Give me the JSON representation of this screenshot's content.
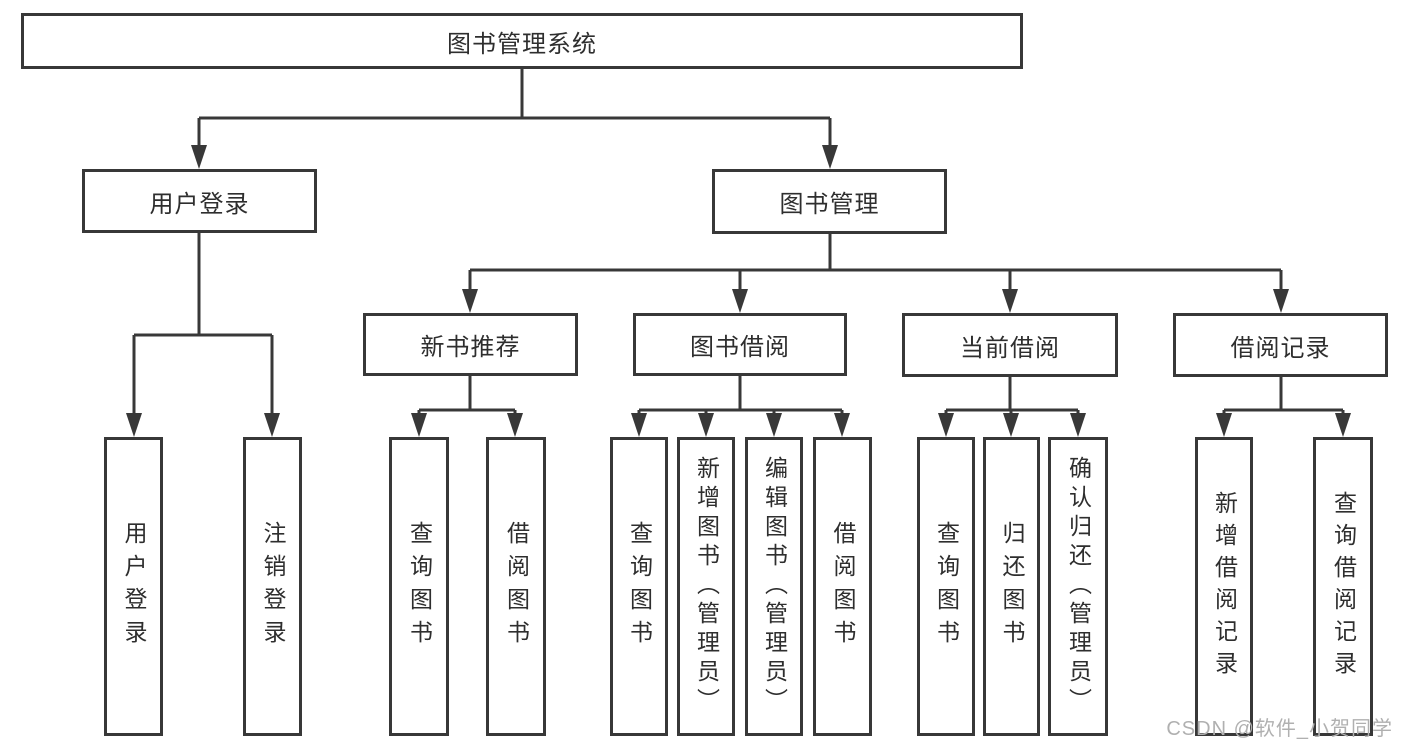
{
  "diagram": {
    "root": {
      "label": "图书管理系统",
      "children": [
        {
          "label": "用户登录",
          "children": [
            {
              "label": "用户登录"
            },
            {
              "label": "注销登录"
            }
          ]
        },
        {
          "label": "图书管理",
          "children": [
            {
              "label": "新书推荐",
              "children": [
                {
                  "label": "查询图书"
                },
                {
                  "label": "借阅图书"
                }
              ]
            },
            {
              "label": "图书借阅",
              "children": [
                {
                  "label": "查询图书"
                },
                {
                  "label": "新增图书（管理员）"
                },
                {
                  "label": "编辑图书（管理员）"
                },
                {
                  "label": "借阅图书"
                }
              ]
            },
            {
              "label": "当前借阅",
              "children": [
                {
                  "label": "查询图书"
                },
                {
                  "label": "归还图书"
                },
                {
                  "label": "确认归还（管理员）"
                }
              ]
            },
            {
              "label": "借阅记录",
              "children": [
                {
                  "label": "新增借阅记录"
                },
                {
                  "label": "查询借阅记录"
                }
              ]
            }
          ]
        }
      ]
    }
  },
  "watermark": {
    "text": "CSDN @软件_小贺同学"
  },
  "colors": {
    "line": "#383838",
    "text": "#2e2e2e",
    "background": "#ffffff",
    "watermark": "#b0b0b0"
  }
}
